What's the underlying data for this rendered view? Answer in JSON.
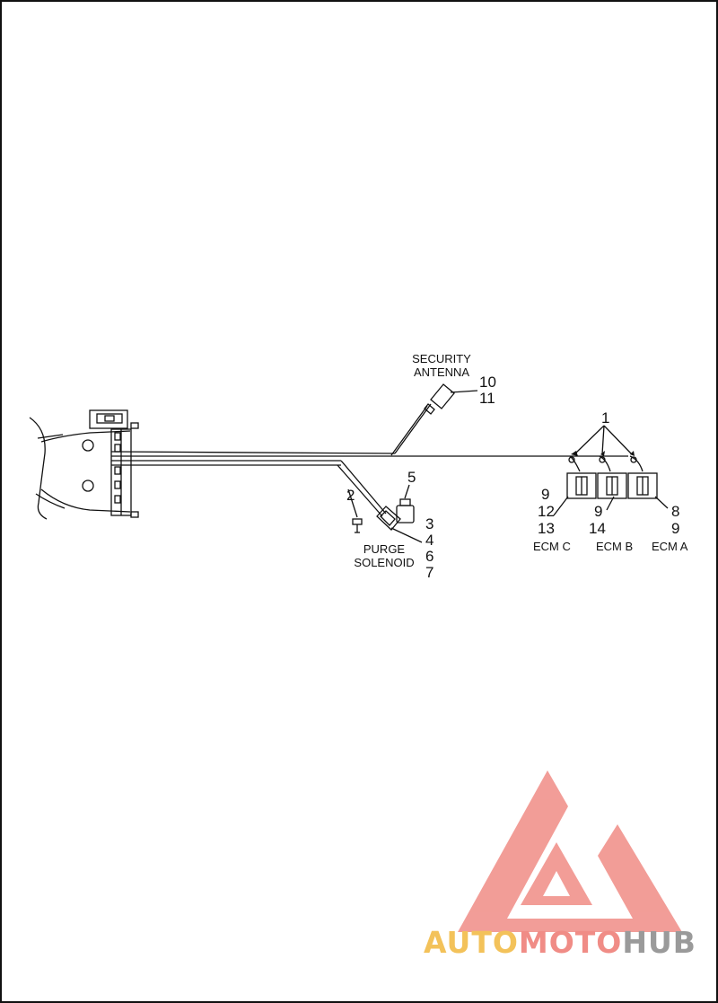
{
  "labels": {
    "security_antenna": [
      "SECURITY",
      "ANTENNA"
    ],
    "purge_solenoid": [
      "PURGE",
      "SOLENOID"
    ],
    "ecm_c": "ECM C",
    "ecm_b": "ECM B",
    "ecm_a": "ECM A"
  },
  "callouts": {
    "antenna_top": "10",
    "antenna_bottom": "11",
    "wire_group": "1",
    "clip": "2",
    "connector": "5",
    "solenoid": [
      "3",
      "4",
      "6",
      "7"
    ],
    "ecm_c": [
      "9",
      "12",
      "13"
    ],
    "ecm_b": [
      "9",
      "14"
    ],
    "ecm_a": [
      "8",
      "9"
    ]
  },
  "watermark": {
    "part1": "AUTO",
    "part2": "MOTO",
    "part3": "HUB",
    "colors": {
      "auto": "#f3c25a",
      "moto": "#f08c86",
      "hub": "#9a9a9a",
      "triangle": "#f08c86"
    }
  }
}
